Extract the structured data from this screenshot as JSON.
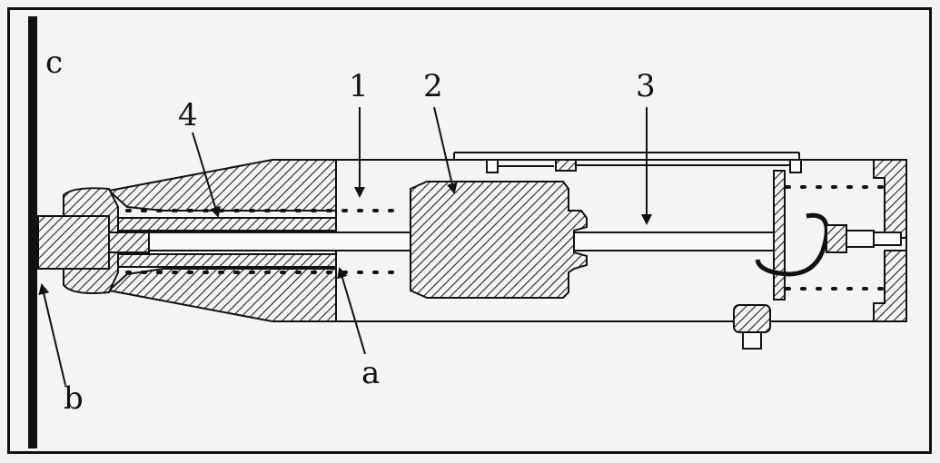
{
  "diagram": {
    "labels": {
      "c": "c",
      "b": "b",
      "a": "a",
      "n1": "1",
      "n2": "2",
      "n3": "3",
      "n4": "4"
    },
    "colors": {
      "ink": "#111111",
      "background": "#f4f4f4",
      "hatch": "#222222"
    }
  }
}
